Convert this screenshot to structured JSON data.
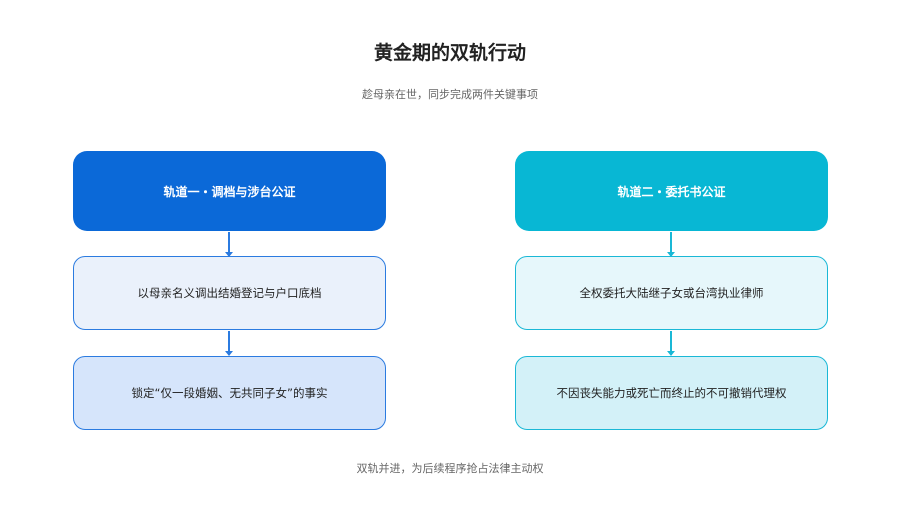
{
  "title": "黄金期的双轨行动",
  "subtitle": "趁母亲在世，同步完成两件关键事项",
  "footer": "双轨并进，为后续程序抢占法律主动权",
  "tracks": [
    {
      "header": "轨道一・调档与涉台公证",
      "steps": [
        "以母亲名义调出结婚登记与户口底档",
        "锁定“仅一段婚姻、无共同子女”的事实"
      ],
      "color": "#0b69d8"
    },
    {
      "header": "轨道二・委托书公证",
      "steps": [
        "全权委托大陆继子女或台湾执业律师",
        "不因丧失能力或死亡而终止的不可撤销代理权"
      ],
      "color": "#08b7d4"
    }
  ]
}
